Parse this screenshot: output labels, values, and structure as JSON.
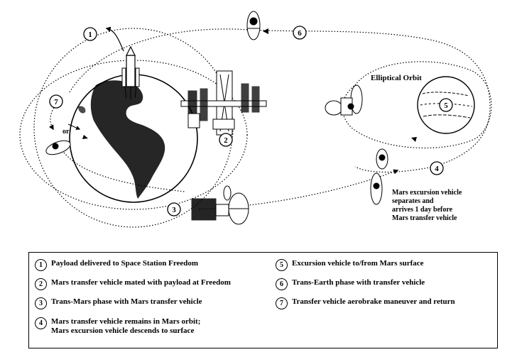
{
  "diagram": {
    "title": "Elliptical Orbit",
    "or_label": "or",
    "callout_mars_excursion": [
      "Mars excursion vehicle",
      "separates and",
      "arrives 1 day before",
      "Mars transfer  vehicle"
    ],
    "numbers": [
      "1",
      "2",
      "3",
      "4",
      "5",
      "6",
      "7"
    ]
  },
  "legend": {
    "items": [
      {
        "num": "1",
        "lines": [
          "Payload delivered to Space Station Freedom"
        ]
      },
      {
        "num": "2",
        "lines": [
          "Mars transfer vehicle mated with payload at Freedom"
        ]
      },
      {
        "num": "3",
        "lines": [
          "Trans-Mars phase with Mars transfer vehicle"
        ]
      },
      {
        "num": "4",
        "lines": [
          "Mars transfer vehicle remains in Mars orbit;",
          "Mars excursion vehicle descends to surface"
        ]
      },
      {
        "num": "5",
        "lines": [
          "Excursion vehicle to/from Mars surface"
        ]
      },
      {
        "num": "6",
        "lines": [
          "Trans-Earth phase with transfer vehicle"
        ]
      },
      {
        "num": "7",
        "lines": [
          "Transfer vehicle aerobrake maneuver and return"
        ]
      }
    ]
  }
}
